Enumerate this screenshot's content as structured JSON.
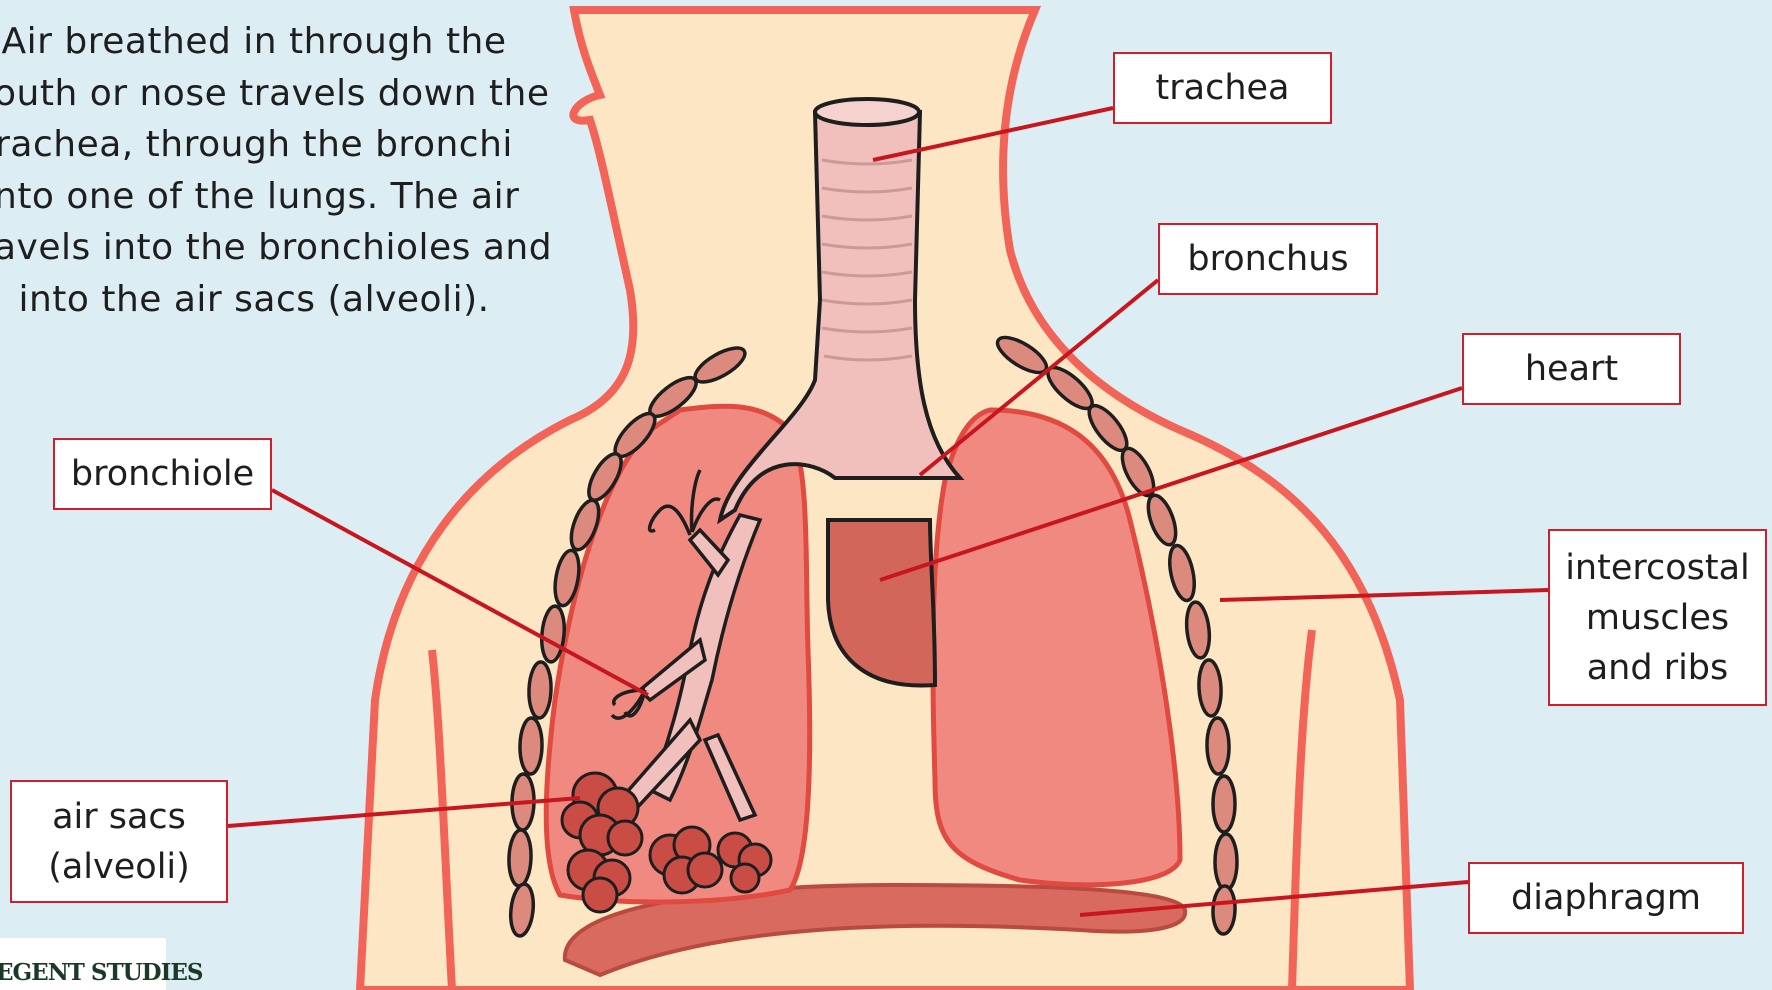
{
  "description_lines": [
    "Air breathed in through the",
    "outh or nose travels down the",
    "rachea, through the bronchi",
    "nto one of the lungs. The air",
    "avels into the bronchioles and",
    "into the air sacs (alveoli)."
  ],
  "labels": {
    "trachea": "trachea",
    "bronchus": "bronchus",
    "heart": "heart",
    "bronchiole": "bronchiole",
    "intercostal": [
      "intercostal",
      "muscles",
      "and ribs"
    ],
    "air_sacs": [
      "air sacs",
      "(alveoli)"
    ],
    "diaphragm": "diaphragm"
  },
  "watermark": "EGENT STUDIES",
  "colors": {
    "background": "#dcedf4",
    "skin": "#fde6c3",
    "body_outline": "#f26458",
    "lung": "#f08a80",
    "lung_outline": "#e04a40",
    "trachea": "#f2c0bc",
    "heart": "#d3665a",
    "diaphragm": "#d96a5f",
    "label_border": "#cf1f2a",
    "leader_line": "#c8161f"
  }
}
